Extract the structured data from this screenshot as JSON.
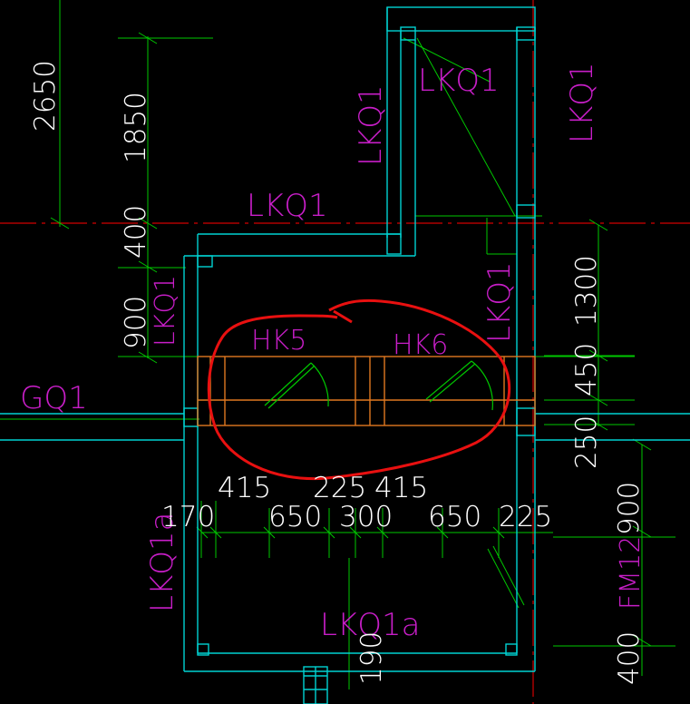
{
  "colors": {
    "background": "#000000",
    "wall": "#00d2d2",
    "dimension_line": "#00c800",
    "axis_line": "#d20000",
    "label": "#c81ec8",
    "dimension_text": "#ffffff",
    "window": "#e07820",
    "highlight": "#e81010"
  },
  "labels": {
    "lkq1_top_left_vertical": "LKQ1",
    "lkq1_top_room": "LKQ1",
    "lkq1_right_vertical": "LKQ1",
    "lkq1_center": "LKQ1",
    "lkq1_left_vertical": "LKQ1",
    "lkq1_mid_vertical": "LKQ1",
    "hk5": "HK5",
    "hk6": "HK6",
    "gq1": "GQ1",
    "lkq1a_left_vertical": "LKQ1a",
    "lkq1a_bottom": "LKQ1a",
    "fm12": "FM12"
  },
  "dimensions": {
    "left_2650": "2650",
    "left_1850": "1850",
    "left_400": "400",
    "left_900": "900",
    "right_1300": "1300",
    "right_450": "450",
    "right_250": "250",
    "right_900": "900",
    "right_400": "400",
    "top_415_a": "415",
    "top_225": "225",
    "top_415_b": "415",
    "bottom_170": "170",
    "bottom_650_a": "650",
    "bottom_300": "300",
    "bottom_650_b": "650",
    "bottom_225": "225",
    "bottom_190": "190"
  }
}
